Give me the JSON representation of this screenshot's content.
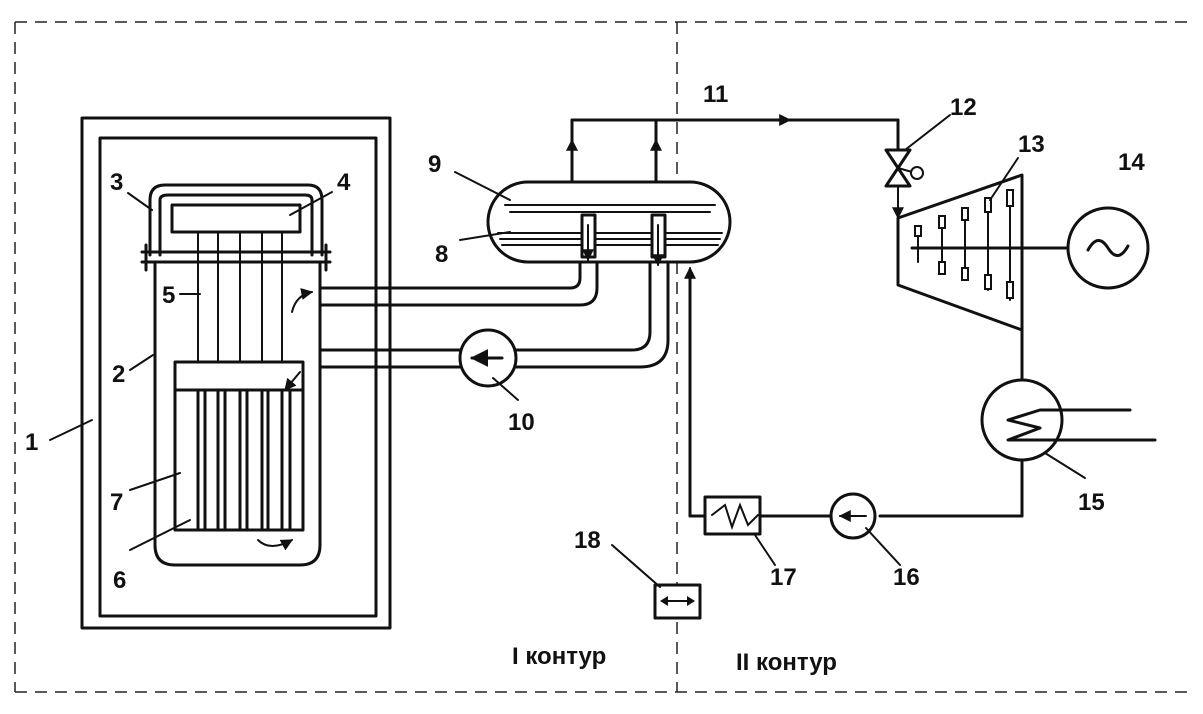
{
  "callouts": {
    "n1": "1",
    "n2": "2",
    "n3": "3",
    "n4": "4",
    "n5": "5",
    "n6": "6",
    "n7": "7",
    "n8": "8",
    "n9": "9",
    "n10": "10",
    "n11": "11",
    "n12": "12",
    "n13": "13",
    "n14": "14",
    "n15": "15",
    "n16": "16",
    "n17": "17",
    "n18": "18"
  },
  "circuits": {
    "primary": "I контур",
    "secondary": "II контур"
  }
}
